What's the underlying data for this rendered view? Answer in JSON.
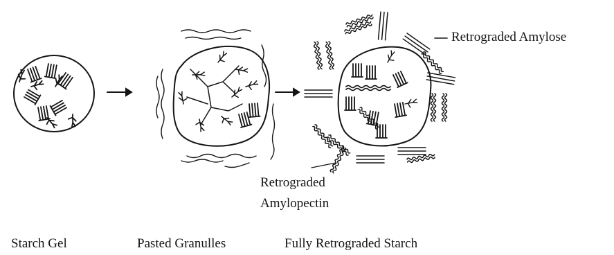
{
  "labels": {
    "retrograded_amylose": "Retrograded Amylose",
    "retrograded_amylopectin_line1": "Retrograded",
    "retrograded_amylopectin_line2": "Amylopectin",
    "stage1": "Starch Gel",
    "stage2": "Pasted Granulles",
    "stage3": "Fully Retrograded Starch"
  },
  "colors": {
    "ink": "#151515",
    "background": "#ffffff"
  }
}
